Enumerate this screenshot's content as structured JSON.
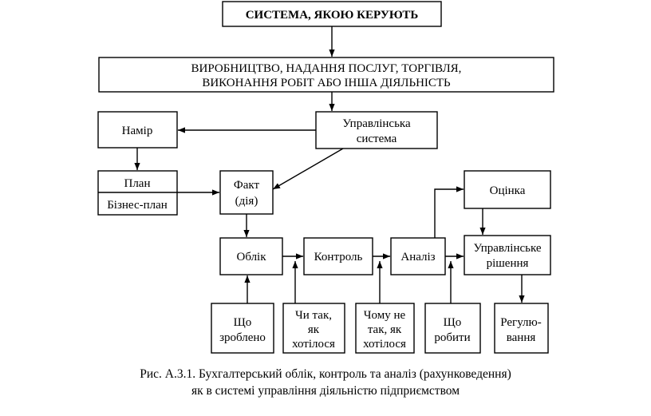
{
  "diagram": {
    "system": "СИСТЕМА, ЯКОЮ КЕРУЮТЬ",
    "activity": [
      "ВИРОБНИЦТВО, НАДАННЯ ПОСЛУГ, ТОРГІВЛЯ,",
      "ВИКОНАННЯ РОБІТ АБО ІНША ДІЯЛЬНІСТЬ"
    ],
    "management_system": [
      "Управлінська",
      "система"
    ],
    "intent": "Намір",
    "plan": "План",
    "business_plan": "Бізнес-план",
    "fact": [
      "Факт",
      "(дія)"
    ],
    "accounting": "Облік",
    "control": "Контроль",
    "analysis": "Аналіз",
    "evaluation": "Оцінка",
    "decision": [
      "Управлінське",
      "рішення"
    ],
    "what_done": [
      "Що",
      "зроблено"
    ],
    "as_wanted": [
      "Чи так,",
      "як",
      "хотілося"
    ],
    "why_not": [
      "Чому не",
      "так, як",
      "хотілося"
    ],
    "what_to_do": [
      "Що",
      "робити"
    ],
    "regulation": [
      "Регулю-",
      "вання"
    ]
  },
  "caption": [
    "Рис. А.3.1. Бухгалтерський облік, контроль та аналіз (рахунковедення)",
    "як в системі управління діяльністю підприємством"
  ]
}
